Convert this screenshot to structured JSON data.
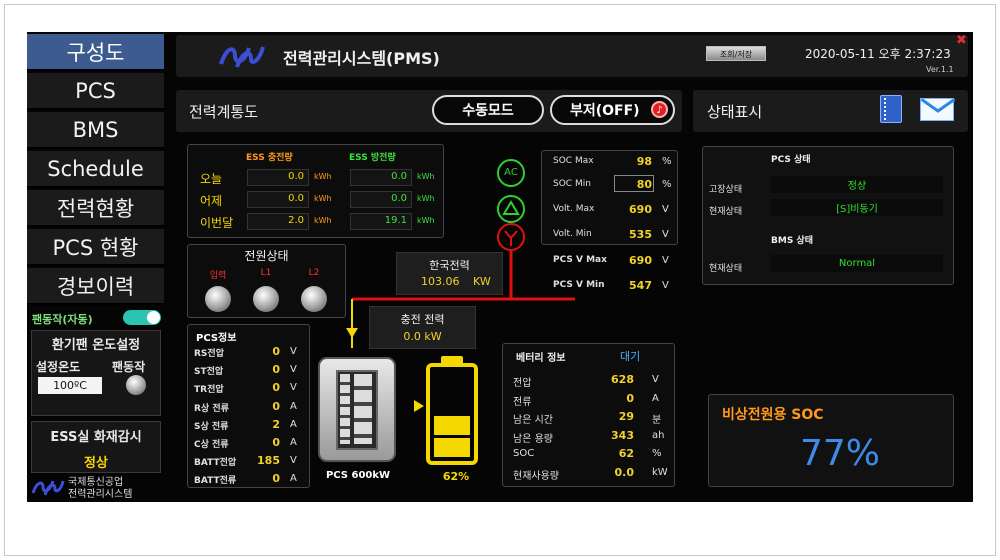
{
  "sidebar": {
    "items": [
      {
        "label": "구성도"
      },
      {
        "label": "PCS"
      },
      {
        "label": "BMS"
      },
      {
        "label": "Schedule"
      },
      {
        "label": "전력현황"
      },
      {
        "label": "PCS 현황"
      },
      {
        "label": "경보이력"
      }
    ],
    "fan_mode_label": "팬동작(자동)",
    "fan_panel": {
      "title": "환기팬 온도설정",
      "set_temp_label": "설정온도",
      "set_temp_value": "100ºC",
      "fan_run_label": "팬동작"
    },
    "fire_panel": {
      "title": "ESS실 화재감시",
      "status": "정상"
    },
    "footer": {
      "line1": "국제통신공업",
      "line2": "전력관리시스템"
    }
  },
  "header": {
    "title": "전력관리시스템(PMS)",
    "button_label": "조회/저장",
    "datetime": "2020-05-11 오후 2:37:23",
    "version": "Ver.1.1"
  },
  "main": {
    "section_title": "전력계통도",
    "manual_mode_label": "수동모드",
    "buzzer_label": "부저(OFF)",
    "energy_table": {
      "col1": "ESS 충전량",
      "col2": "ESS 방전량",
      "rows": [
        {
          "label": "오늘",
          "charge": "0.0",
          "charge_unit": "kWh",
          "discharge": "0.0",
          "discharge_unit": "kWh"
        },
        {
          "label": "어제",
          "charge": "0.0",
          "charge_unit": "kWh",
          "discharge": "0.0",
          "discharge_unit": "kWh"
        },
        {
          "label": "이번달",
          "charge": "2.0",
          "charge_unit": "kWh",
          "discharge": "19.1",
          "discharge_unit": "kWh"
        }
      ]
    },
    "power_state": {
      "title": "전원상태",
      "lamps": [
        "입력",
        "L1",
        "L2"
      ]
    },
    "kepco": {
      "label": "한국전력",
      "value": "103.06",
      "unit": "KW"
    },
    "charge_power": {
      "label": "충전 전력",
      "value": "0.0 kW"
    },
    "ac_label": "AC",
    "soc_limits": [
      {
        "label": "SOC Max",
        "value": "98",
        "unit": "%"
      },
      {
        "label": "SOC Min",
        "value": "80",
        "unit": "%"
      },
      {
        "label": "Volt. Max",
        "value": "690",
        "unit": "V"
      },
      {
        "label": "Volt. Min",
        "value": "535",
        "unit": "V"
      }
    ],
    "pcs_v": [
      {
        "label": "PCS V Max",
        "value": "690",
        "unit": "V"
      },
      {
        "label": "PCS V Min",
        "value": "547",
        "unit": "V"
      }
    ],
    "pcs_info": {
      "title": "PCS정보",
      "rows": [
        {
          "label": "RS전압",
          "value": "0",
          "unit": "V"
        },
        {
          "label": "ST전압",
          "value": "0",
          "unit": "V"
        },
        {
          "label": "TR전압",
          "value": "0",
          "unit": "V"
        },
        {
          "label": "R상 전류",
          "value": "0",
          "unit": "A"
        },
        {
          "label": "S상 전류",
          "value": "2",
          "unit": "A"
        },
        {
          "label": "C상 전류",
          "value": "0",
          "unit": "A"
        },
        {
          "label": "BATT전압",
          "value": "185",
          "unit": "V"
        },
        {
          "label": "BATT전류",
          "value": "0",
          "unit": "A"
        }
      ]
    },
    "pcs_label": "PCS 600kW",
    "battery_percent_label": "62%",
    "battery_level": 0.62,
    "battery_info": {
      "title": "베터리 정보",
      "status": "대기",
      "rows": [
        {
          "label": "전압",
          "value": "628",
          "unit": "V"
        },
        {
          "label": "전류",
          "value": "0",
          "unit": "A"
        },
        {
          "label": "남은 시간",
          "value": "29",
          "unit": "분"
        },
        {
          "label": "남은 용량",
          "value": "343",
          "unit": "ah"
        },
        {
          "label": "SOC",
          "value": "62",
          "unit": "%"
        },
        {
          "label": "현재사용량",
          "value": "0.0",
          "unit": "kW"
        }
      ]
    }
  },
  "status_panel": {
    "title": "상태표시",
    "pcs": {
      "title": "PCS 상태",
      "fault_label": "고장상태",
      "fault_value": "정상",
      "current_label": "현재상태",
      "current_value": "[S]비동기"
    },
    "bms": {
      "title": "BMS 상태",
      "current_label": "현재상태",
      "current_value": "Normal"
    },
    "emergency": {
      "title": "비상전원용 SOC",
      "value": "77%"
    }
  },
  "colors": {
    "accent_yellow": "#f5d800",
    "green": "#2ee02e",
    "red_line": "#e01010",
    "nav_active": "#3d5b8e",
    "soc_blue": "#3d8ae8"
  }
}
